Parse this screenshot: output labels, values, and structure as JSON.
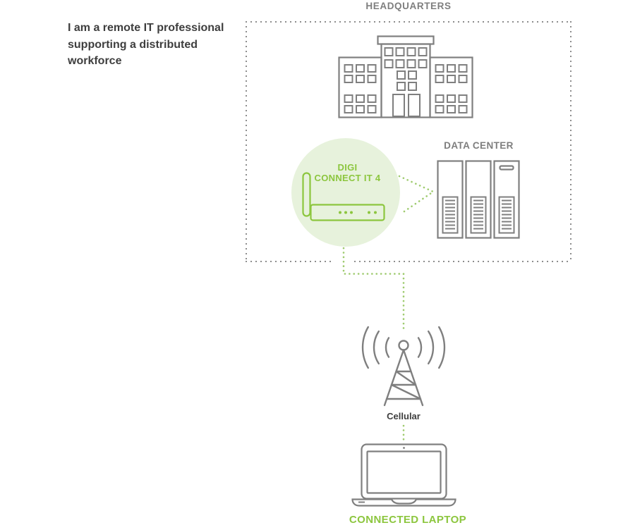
{
  "colors": {
    "background": "#ffffff",
    "green": "#8cc63e",
    "light-green": "#e7f2dc",
    "dot-green": "#9fcb6f",
    "icon-gray": "#7f7f7f",
    "label-gray": "#7e7e7e",
    "border-gray": "#8d8d8d",
    "dark-text": "#3e3e3e"
  },
  "headline": {
    "lines": [
      "I am a remote IT professional",
      "supporting a distributed",
      "workforce"
    ]
  },
  "headquarters": {
    "label": "HEADQUARTERS"
  },
  "data_center": {
    "label": "DATA CENTER"
  },
  "device": {
    "name_line1": "DIGI",
    "name_line2": "CONNECT IT 4"
  },
  "cellular": {
    "label": "Cellular"
  },
  "laptop": {
    "label": "CONNECTED LAPTOP"
  },
  "icons": {
    "building": "building-icon",
    "router": "router-icon",
    "servers": "server-rack-icon",
    "tower": "cell-tower-icon",
    "laptop": "laptop-icon"
  }
}
